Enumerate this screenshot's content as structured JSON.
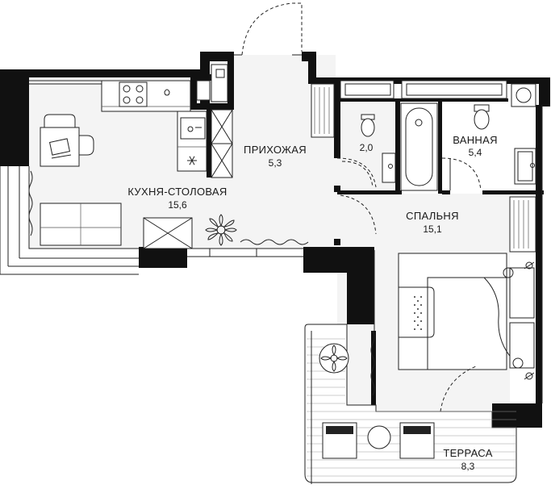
{
  "rooms": {
    "kitchen": {
      "name": "КУХНЯ-СТОЛОВАЯ",
      "area": "15,6"
    },
    "hall": {
      "name": "ПРИХОЖАЯ",
      "area": "5,3"
    },
    "wc": {
      "name": "",
      "area": "2,0"
    },
    "bath": {
      "name": "ВАННАЯ",
      "area": "5,4"
    },
    "bedroom": {
      "name": "СПАЛЬНЯ",
      "area": "15,1"
    },
    "terrace": {
      "name": "ТЕРРАСА",
      "area": "8,3"
    }
  },
  "colors": {
    "wall": "#111111",
    "floor": "#f4f4f4",
    "line": "#222222",
    "background": "#ffffff"
  },
  "icons": [
    "flower-icon",
    "snowflake-icon",
    "laptop-icon",
    "sink-icon",
    "toilet-icon",
    "bathtub-icon",
    "washer-icon"
  ]
}
